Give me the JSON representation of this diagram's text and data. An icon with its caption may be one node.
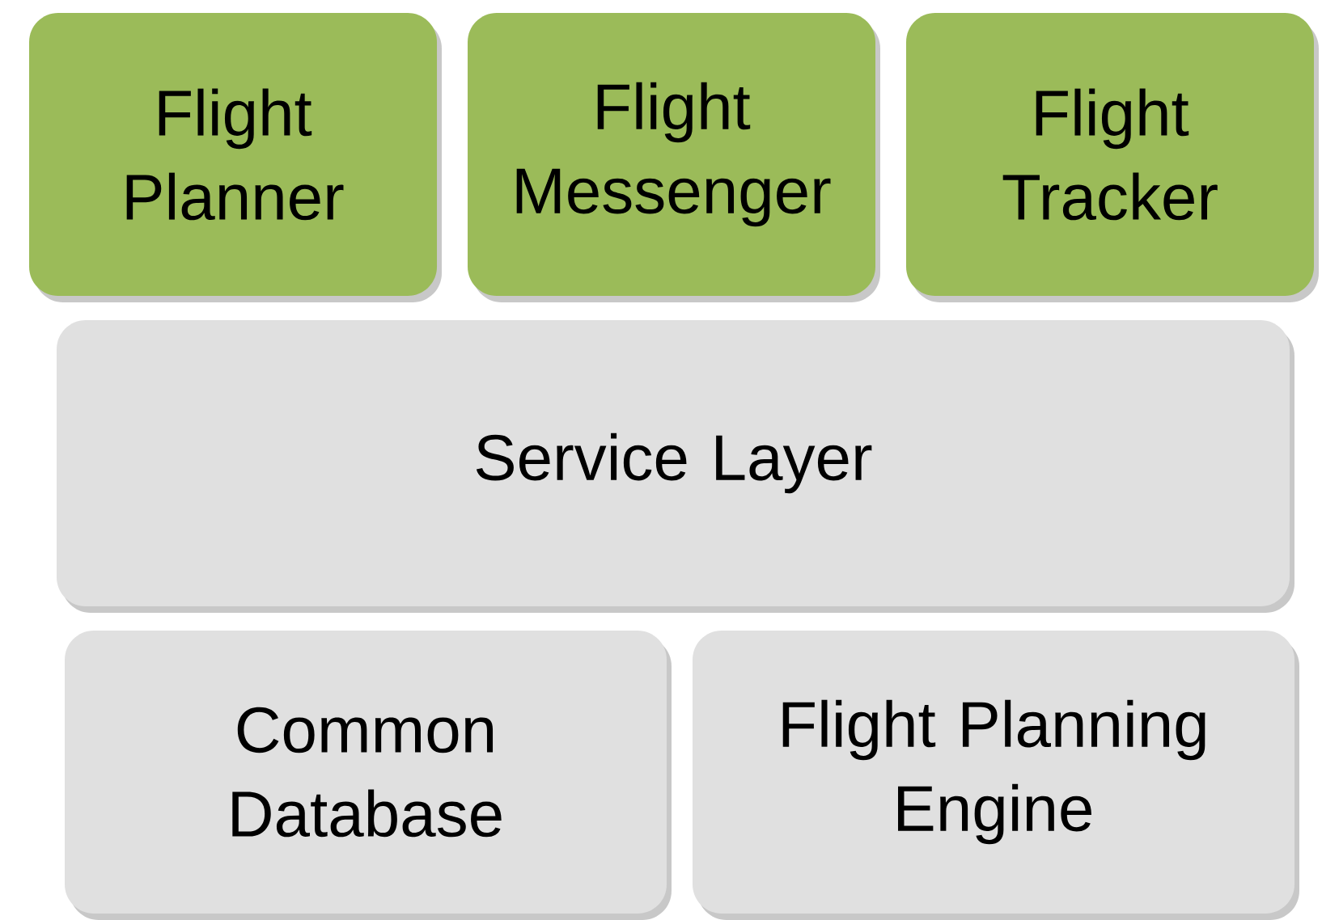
{
  "diagram": {
    "nodes": [
      {
        "text": [
          "Flight Planner"
        ]
      },
      {
        "text": [
          "Flight Messenger"
        ]
      },
      {
        "text": [
          "Flight Tracker"
        ]
      },
      {
        "text": [
          "Service Layer"
        ]
      },
      {
        "text": [
          "Common Database"
        ]
      },
      {
        "text": [
          "Flight Planning Engine"
        ]
      }
    ]
  }
}
